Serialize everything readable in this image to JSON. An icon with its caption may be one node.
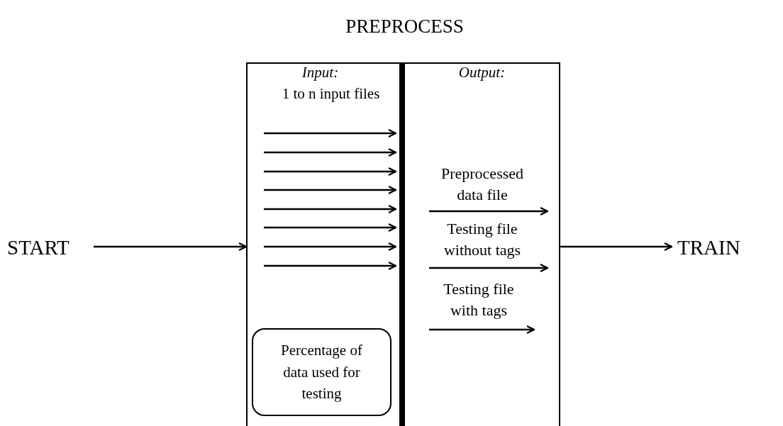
{
  "diagram": {
    "nodes": [
      {
        "text": [
          "START"
        ]
      },
      {
        "text": [
          "PREPROCESS"
        ]
      },
      {
        "text": [
          "Input:",
          "1 to n input files"
        ],
        "in": 1
      },
      {
        "text": [],
        "shape": "bar",
        "in": 1
      },
      {
        "text": [
          "Output:"
        ],
        "in": 1
      },
      {
        "text": [
          "Percentage of data used for testing"
        ],
        "in": 2
      },
      {
        "text": [
          "TRAIN"
        ]
      }
    ],
    "edges": [
      {
        "from": 0,
        "to": 1,
        "arrow": "to"
      },
      {
        "from": 1,
        "to": 6,
        "arrow": "to"
      },
      {
        "from": 2,
        "to": 3,
        "arrow": "to"
      },
      {
        "from": 2,
        "to": 3,
        "arrow": "to"
      },
      {
        "from": 2,
        "to": 3,
        "arrow": "to"
      },
      {
        "from": 2,
        "to": 3,
        "arrow": "to"
      },
      {
        "from": 2,
        "to": 3,
        "arrow": "to"
      },
      {
        "from": 2,
        "to": 3,
        "arrow": "to"
      },
      {
        "from": 2,
        "to": 3,
        "arrow": "to"
      },
      {
        "from": 2,
        "to": 3,
        "arrow": "to"
      },
      {
        "from": 3,
        "to": null,
        "arrow": "to",
        "label": "Preprocessed data file"
      },
      {
        "from": 3,
        "to": null,
        "arrow": "to",
        "label": "Testing file without tags"
      },
      {
        "from": 3,
        "to": null,
        "arrow": "to",
        "label": "Testing file with tags"
      }
    ]
  }
}
